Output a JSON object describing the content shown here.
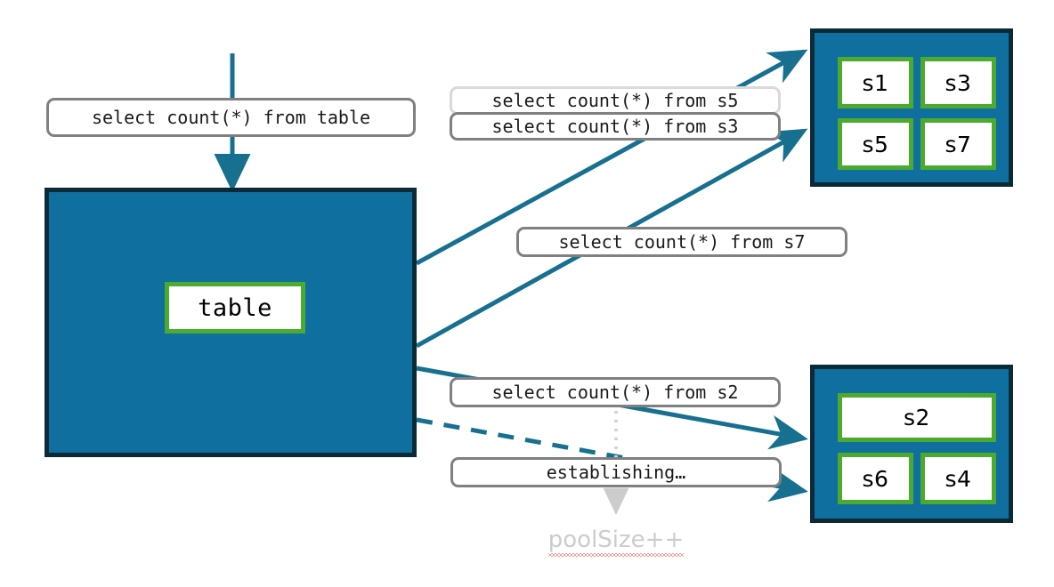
{
  "diagram": {
    "title": "Connection pool select count queries",
    "colors": {
      "pool_fill": "#0f6f9e",
      "pool_border": "#0a2a38",
      "chip_border": "#4caa2e",
      "chip_fill": "#ffffff",
      "arrow": "#17708f",
      "label_border": "#808080",
      "label_border_faded": "#d9d9d9",
      "ghost_text": "#cccccc",
      "squiggle": "#ff2d2d"
    }
  },
  "source": {
    "query_label": "select count(*) from table",
    "table_chip": "table"
  },
  "pools": [
    {
      "name": "top-pool",
      "sessions": [
        "s1",
        "s3",
        "s5",
        "s7"
      ]
    },
    {
      "name": "bottom-pool",
      "sessions": [
        "s2",
        "s6",
        "s4"
      ]
    }
  ],
  "queries": [
    {
      "name": "query-s5",
      "text": "select count(*) from s5",
      "style": "faded"
    },
    {
      "name": "query-s3",
      "text": "select count(*) from s3",
      "style": "normal"
    },
    {
      "name": "query-s7",
      "text": "select count(*) from s7",
      "style": "normal"
    },
    {
      "name": "query-s2",
      "text": "select count(*) from s2",
      "style": "normal"
    },
    {
      "name": "status-establishing",
      "text": "establishing…",
      "style": "normal"
    }
  ],
  "annotation": {
    "pool_size_text": "poolSize++"
  }
}
